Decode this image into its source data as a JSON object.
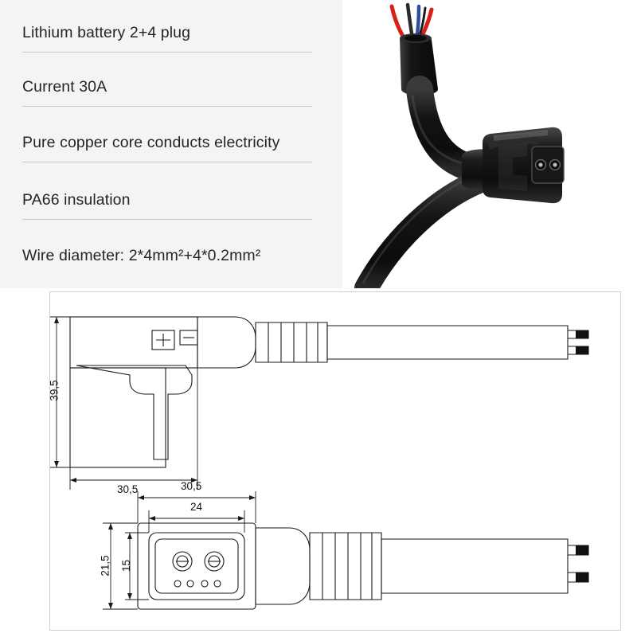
{
  "specs": {
    "items": [
      {
        "text": "Lithium battery 2+4 plug"
      },
      {
        "text": "Current 30A"
      },
      {
        "text": "Pure copper core conducts electricity"
      },
      {
        "text": "PA66 insulation"
      },
      {
        "text": "Wire diameter: 2*4mm²+4*0.2mm²"
      }
    ]
  },
  "photo": {
    "alt": "black 2+4 pin battery connector with red black and blue wires",
    "colors": {
      "background": "#ffffff",
      "cable": "#1b1b1b",
      "connector": "#141414",
      "wire_red": "#d81f18",
      "wire_blue": "#2e4f9e",
      "wire_black": "#111111"
    }
  },
  "drawing": {
    "title": "technical dimension drawing",
    "top_view": {
      "height_label": "39,5",
      "width_label": "30,5"
    },
    "front_view": {
      "outer_width_label": "30,5",
      "inner_width_label": "24",
      "outer_height_label": "21,5",
      "inner_height_label": "15"
    },
    "colors": {
      "line": "#1a1a1a",
      "fill": "#ffffff",
      "frame": "#cfcfcf"
    }
  }
}
